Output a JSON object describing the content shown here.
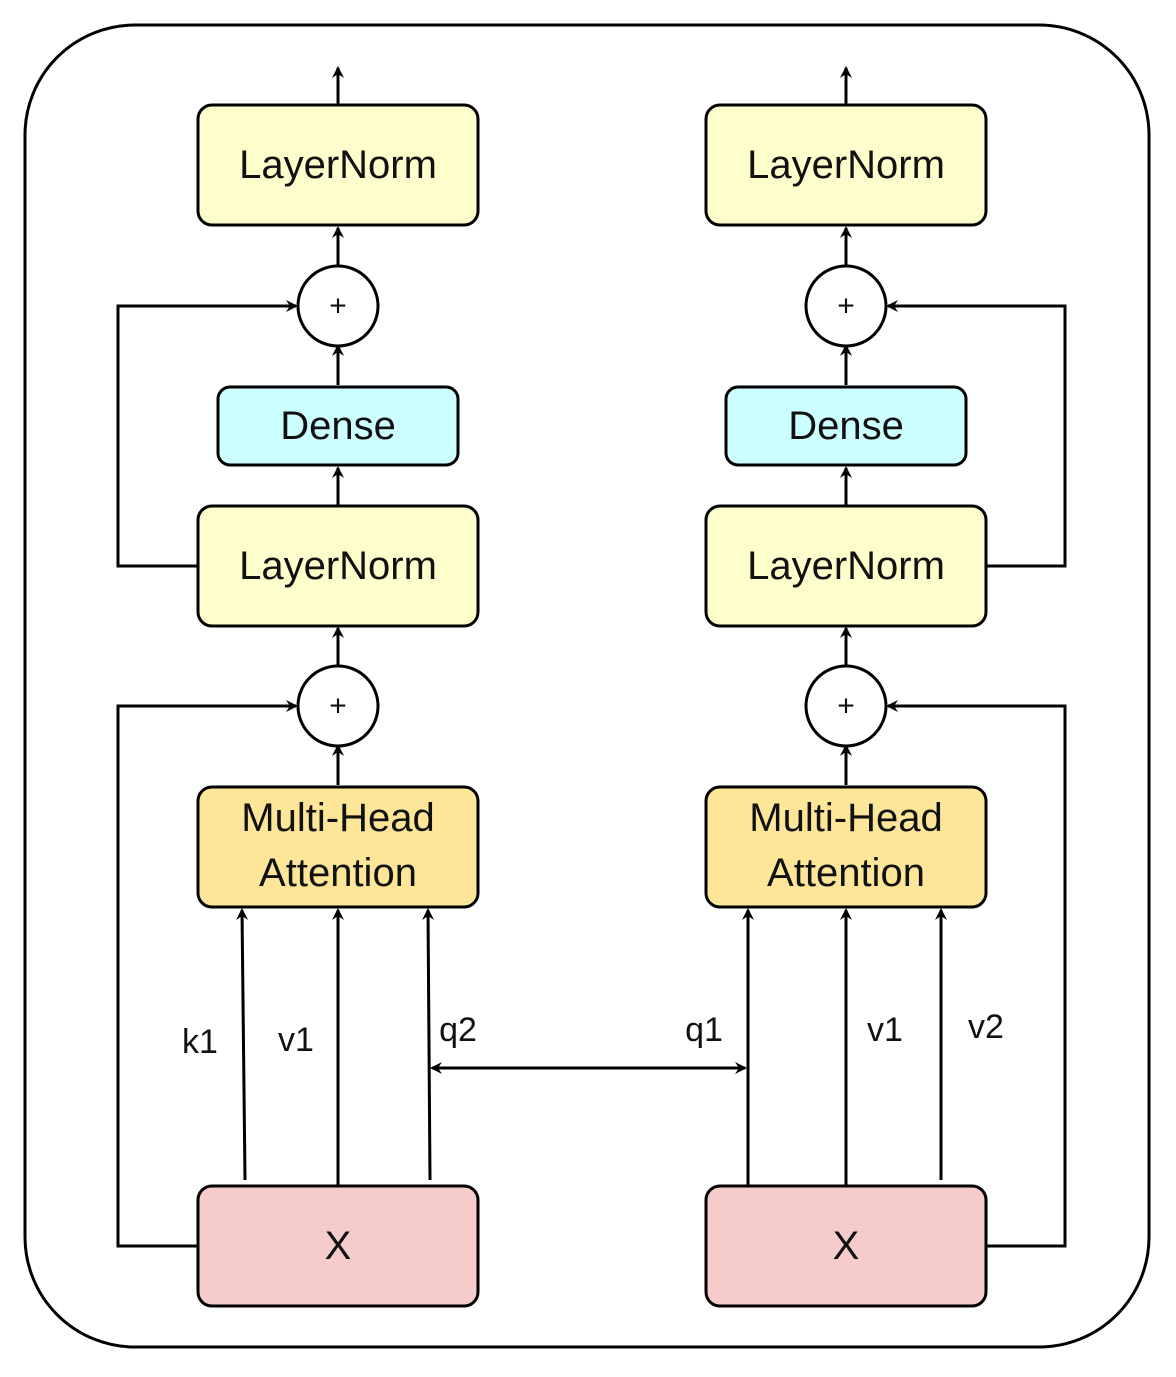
{
  "colors": {
    "layernorm_fill": "#fefecc",
    "dense_fill": "#ccffff",
    "attention_fill": "#fee699",
    "input_fill": "#f6cccb",
    "stroke": "#000000",
    "background": "#ffffff"
  },
  "left_branch": {
    "layernorm_top": "LayerNorm",
    "add_top": "+",
    "dense": "Dense",
    "layernorm_mid": "LayerNorm",
    "add_bottom": "+",
    "attention_line1": "Multi-Head",
    "attention_line2": "Attention",
    "input": "X",
    "edge_k": "k1",
    "edge_v": "v1",
    "edge_q": "q2"
  },
  "right_branch": {
    "layernorm_top": "LayerNorm",
    "add_top": "+",
    "dense": "Dense",
    "layernorm_mid": "LayerNorm",
    "add_bottom": "+",
    "attention_line1": "Multi-Head",
    "attention_line2": "Attention",
    "input": "X",
    "edge_q": "q1",
    "edge_v1": "v1",
    "edge_v2": "v2"
  }
}
